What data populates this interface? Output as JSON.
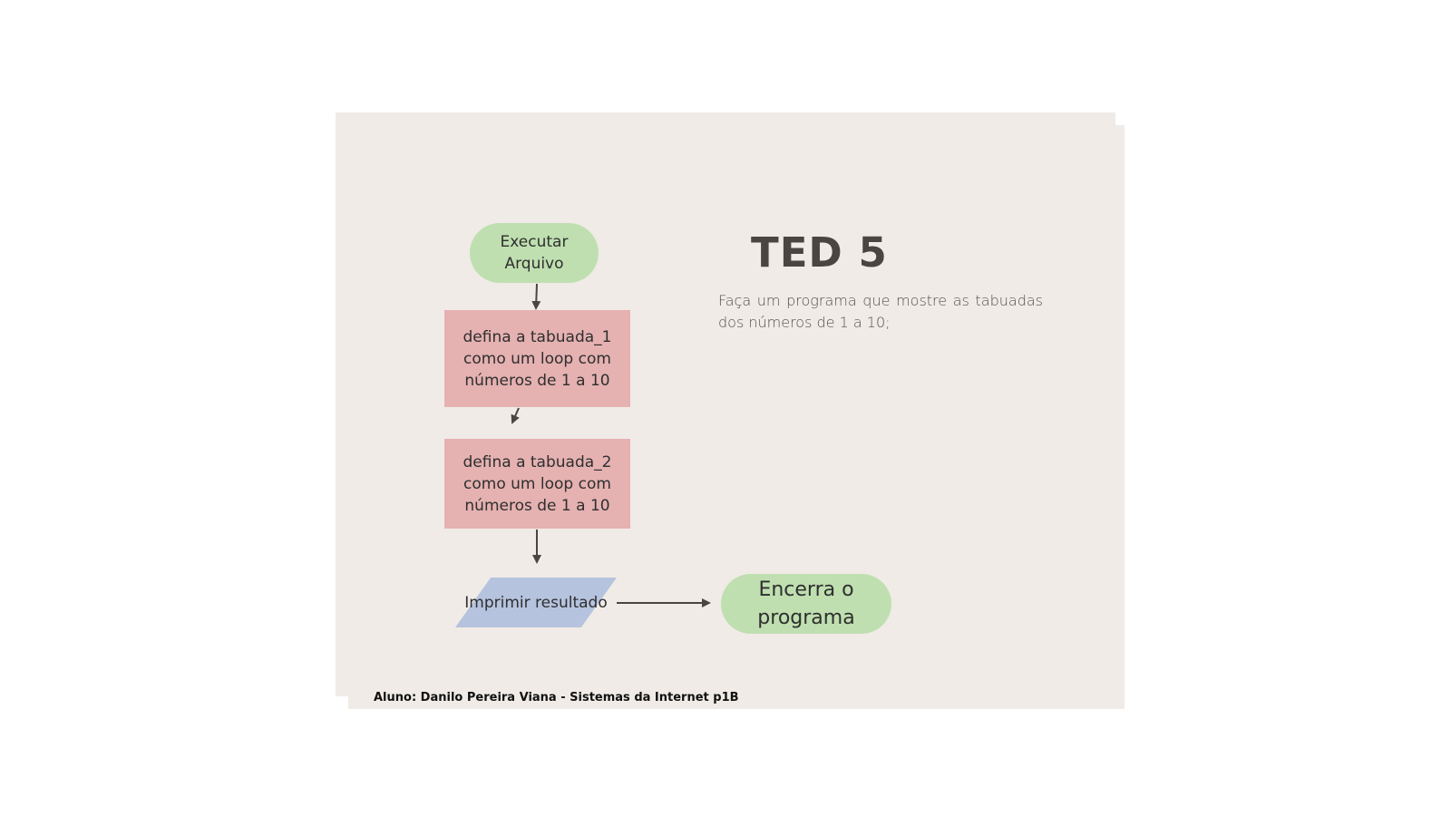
{
  "flowchart": {
    "start": {
      "label": "Executar Arquivo"
    },
    "step_1": {
      "label": "defina a tabuada_1 como um loop com números de 1 a 10"
    },
    "step_2": {
      "label": "defina a tabuada_2 como um loop com números de 1 a 10"
    },
    "output": {
      "label": "Imprimir resultado"
    },
    "end": {
      "label": "Encerra o programa"
    }
  },
  "info": {
    "title": "TED 5",
    "description": "Faça um programa que mostre as tabuadas dos números de 1 a 10;"
  },
  "footer": {
    "author": "Aluno: Danilo Pereira Viana - Sistemas da Internet p1B"
  },
  "colors": {
    "card_background": "#f0ebe6",
    "terminal_green": "#bfdfb0",
    "process_red": "#e5b1b1",
    "io_blue": "#b5c3de",
    "arrow": "#4a4542"
  }
}
